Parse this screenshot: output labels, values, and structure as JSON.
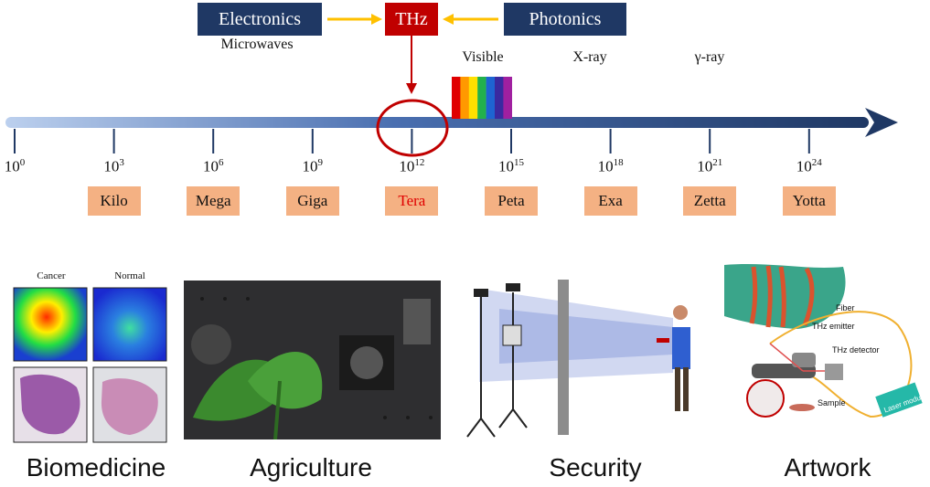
{
  "header": {
    "electronics": "Electronics",
    "thz": "THz",
    "photonics": "Photonics",
    "colors": {
      "navy": "#1f3864",
      "red": "#c00000",
      "arrow": "#ffc000"
    }
  },
  "bands": {
    "microwaves": "Microwaves",
    "visible": "Visible",
    "xray": "X-ray",
    "gamma": "γ-ray"
  },
  "axis": {
    "ticks": [
      {
        "base": "10",
        "exp": "0"
      },
      {
        "base": "10",
        "exp": "3"
      },
      {
        "base": "10",
        "exp": "6"
      },
      {
        "base": "10",
        "exp": "9"
      },
      {
        "base": "10",
        "exp": "12"
      },
      {
        "base": "10",
        "exp": "15"
      },
      {
        "base": "10",
        "exp": "18"
      },
      {
        "base": "10",
        "exp": "21"
      },
      {
        "base": "10",
        "exp": "24"
      }
    ],
    "prefixes": [
      "Kilo",
      "Mega",
      "Giga",
      "Tera",
      "Peta",
      "Exa",
      "Zetta",
      "Yotta"
    ],
    "highlight_prefix": "Tera",
    "visible_colors": [
      "#e00000",
      "#ff9900",
      "#ffe000",
      "#22b14c",
      "#1e64d2",
      "#3a2aa0",
      "#a020a0"
    ]
  },
  "applications": {
    "biomedicine": {
      "label": "Biomedicine",
      "cancer": "Cancer",
      "normal": "Normal"
    },
    "agriculture": {
      "label": "Agriculture"
    },
    "security": {
      "label": "Security"
    },
    "artwork": {
      "label": "Artwork",
      "fiber": "Fiber",
      "emitter": "THz emitter",
      "detector": "THz detector",
      "sample": "Sample",
      "laser": "Laser module"
    }
  }
}
